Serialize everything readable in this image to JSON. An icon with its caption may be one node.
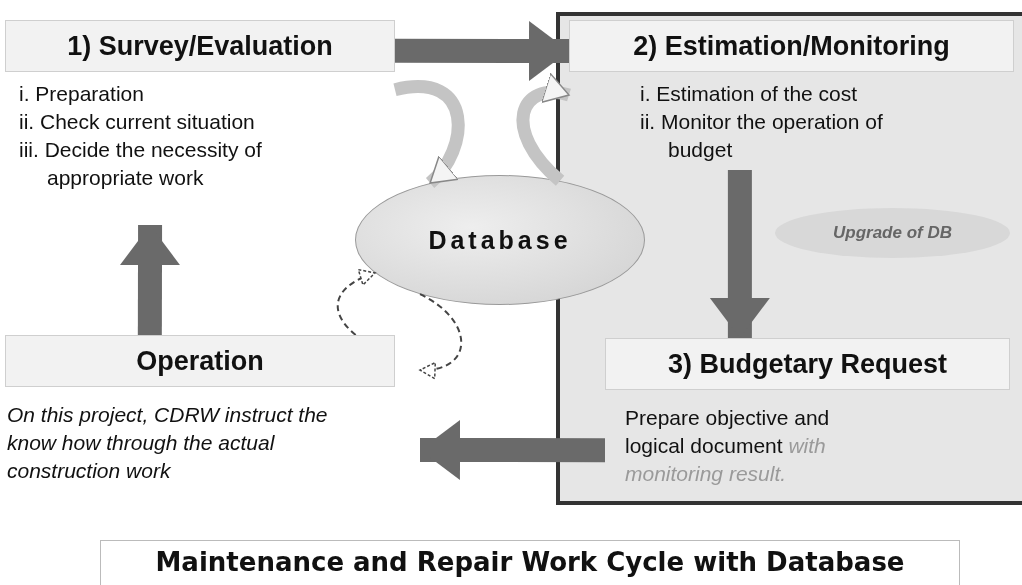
{
  "diagram": {
    "title": "Maintenance and Repair Work Cycle with Database",
    "nodes": [
      {
        "text": [
          "1) Survey/Evaluation",
          "i. Preparation",
          "ii. Check current situation",
          "iii. Decide the necessity of appropriate work"
        ]
      },
      {
        "text": [],
        "shape": "box"
      },
      {
        "text": [
          "2) Estimation/Monitoring",
          "i. Estimation of the cost",
          "ii. Monitor the operation of budget"
        ],
        "in": 1
      },
      {
        "text": [
          "Database"
        ]
      },
      {
        "text": [
          "Upgrade of DB"
        ],
        "in": 1
      },
      {
        "text": [
          "3) Budgetary Request",
          "Prepare objective and logical document *with monitoring result.*"
        ],
        "in": 1
      },
      {
        "text": [
          "Operation",
          "On this project, CDRW instruct the know how through the actual construction work"
        ]
      }
    ],
    "edges": [
      {
        "from": 0,
        "to": 2,
        "arrow": "to",
        "style": "thick"
      },
      {
        "from": 2,
        "to": 5,
        "arrow": "to",
        "style": "thick"
      },
      {
        "from": 5,
        "to": 6,
        "arrow": "to",
        "style": "thick"
      },
      {
        "from": 6,
        "to": 0,
        "arrow": "to",
        "style": "thick"
      },
      {
        "from": 0,
        "to": 3,
        "arrow": "to"
      },
      {
        "from": 3,
        "to": 2,
        "arrow": "to"
      },
      {
        "from": 3,
        "to": 6,
        "arrow": "to",
        "style": "dashed"
      },
      {
        "from": 6,
        "to": 3,
        "arrow": "to",
        "style": "dashed"
      }
    ]
  }
}
